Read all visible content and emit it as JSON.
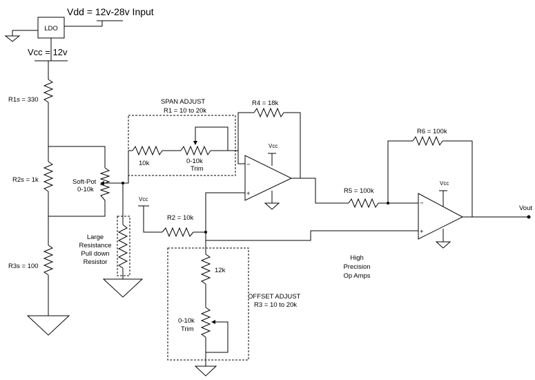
{
  "supply": {
    "vdd_label": "Vdd = 12v-28v Input",
    "ldo_label": "LDO",
    "vcc_label": "Vcc = 12v"
  },
  "resistors": {
    "r1s": "R1s = 330",
    "r2s": "R2s = 1k",
    "r3s": "R3s = 100",
    "r2": "R2 = 10k",
    "r4": "R4 = 18k",
    "r5": "R5 = 100k",
    "r6": "R6 = 100k",
    "r10k": "10k",
    "r12k": "12k"
  },
  "softpot": {
    "line1": "Soft-Pot",
    "line2": "0-10k"
  },
  "span": {
    "title": "SPAN ADJUST",
    "range": "R1 = 10 to 20k",
    "trim_value": "0-10k",
    "trim_label": "Trim"
  },
  "offset": {
    "title": "OFFSET ADJUST",
    "range": "R3 = 10 to 20k",
    "trim_value": "0-10k",
    "trim_label": "Trim"
  },
  "pulldown": {
    "line1": "Large",
    "line2": "Resistance",
    "line3": "Pull down",
    "line4": "Resistor"
  },
  "opamp_note": {
    "line1": "High",
    "line2": "Precision",
    "line3": "Op Amps"
  },
  "opamp_signs": {
    "minus": "−",
    "plus": "+"
  },
  "rails": {
    "vcc_small": "Vcc"
  },
  "output": {
    "label": "Vout"
  }
}
